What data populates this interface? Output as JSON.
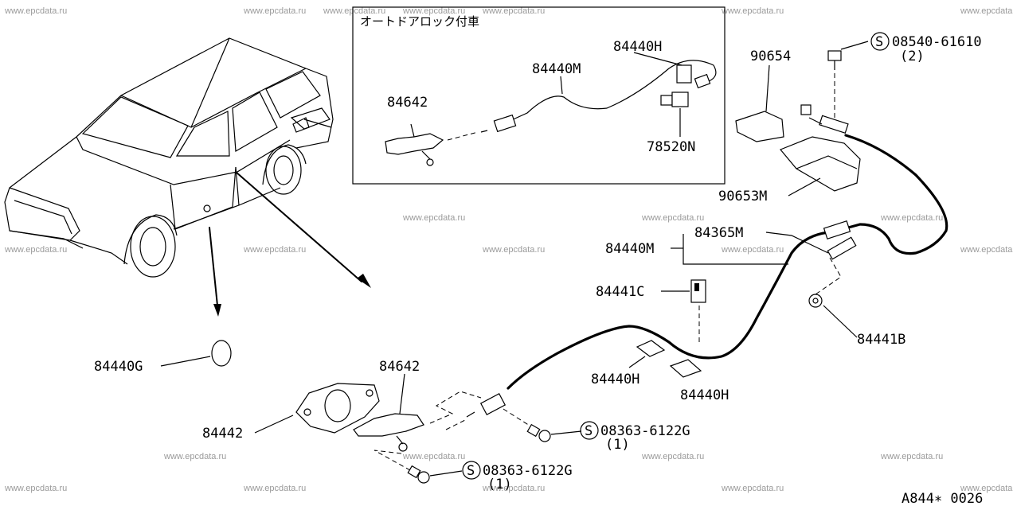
{
  "watermark": "www.epcdata.ru",
  "inset": {
    "caption": "オートドアロック付車"
  },
  "labels": {
    "p84440H_inset": "84440H",
    "p84440M_inset": "84440M",
    "p84642_inset": "84642",
    "p78520N": "78520N",
    "p90654": "90654",
    "p08540_code": "08540-61610",
    "p08540_qty": "(2)",
    "p90653M": "90653M",
    "p84365M": "84365M",
    "p84440M": "84440M",
    "p84441C": "84441C",
    "p84441B": "84441B",
    "p84440H_a": "84440H",
    "p84440H_b": "84440H",
    "p84440G": "84440G",
    "p84642": "84642",
    "p84442": "84442",
    "p08363_a_code": "08363-6122G",
    "p08363_a_qty": "(1)",
    "p08363_b_code": "08363-6122G",
    "p08363_b_qty": "(1)",
    "s_symbol": "S"
  },
  "figure_code": "A844∗ 0026"
}
